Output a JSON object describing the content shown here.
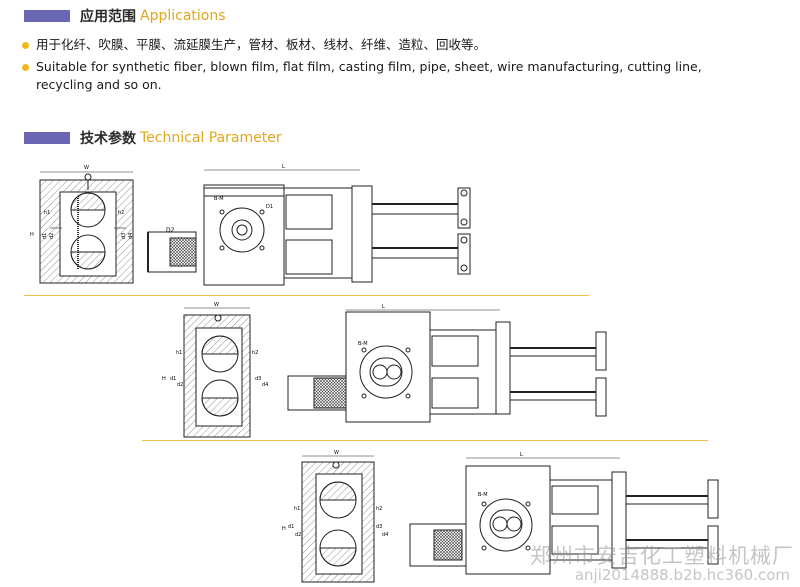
{
  "applications": {
    "title_cn": "应用范围",
    "title_en": "Applications",
    "items": [
      "用于化纤、吹膜、平膜、流延膜生产，管材、板材、线材、纤维、造粒、回收等。",
      "Suitable for synthetic fiber, blown film, flat film, casting film, pipe, sheet, wire manufacturing, cutting line, recycling and so on."
    ]
  },
  "technical": {
    "title_cn": "技术参数",
    "title_en": "Technical Parameter"
  },
  "labels": {
    "w": "W",
    "l": "L",
    "h": "H",
    "h1": "h1",
    "h2": "h2",
    "d1": "d1",
    "d2": "d2",
    "d3": "d3",
    "d4": "d4",
    "d1_big": "D1",
    "d2_big": "D2",
    "bm": "B-M"
  },
  "watermark": {
    "company": "郑州市安吉化工塑料机械厂",
    "url": "anji2014888.b2b.hc360.com"
  },
  "colors": {
    "accent_bar": "#6b66b4",
    "accent_text": "#e0a71c",
    "bullet": "#f0b81a"
  }
}
